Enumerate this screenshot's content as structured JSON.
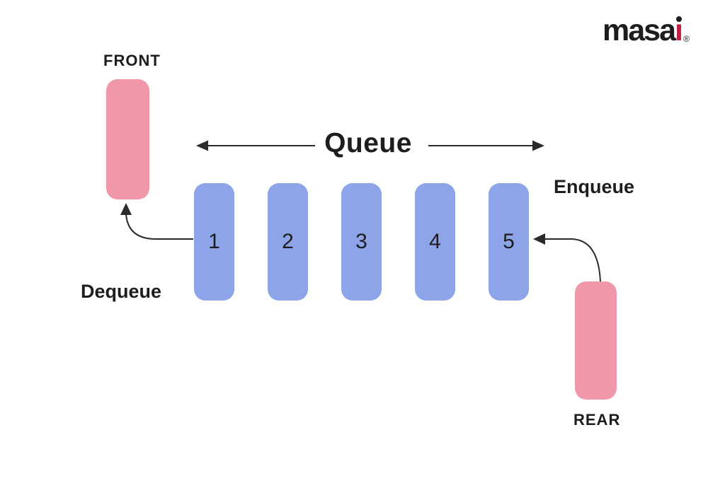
{
  "colors": {
    "background": "#ffffff",
    "ink": "#1d1d1f",
    "cell-blue": "#8da5e8",
    "pointer-pink": "#f197aa",
    "brand-red": "#c41b41",
    "arrow-stroke": "#2b2b2b"
  },
  "brand": {
    "logo_text": "masa",
    "logo_i_stem": "ı",
    "registered_mark": "®"
  },
  "diagram": {
    "title": "Queue",
    "queue_cells": [
      "1",
      "2",
      "3",
      "4",
      "5"
    ],
    "front_label": "FRONT",
    "rear_label": "REAR",
    "enqueue_label": "Enqueue",
    "dequeue_label": "Dequeue"
  }
}
